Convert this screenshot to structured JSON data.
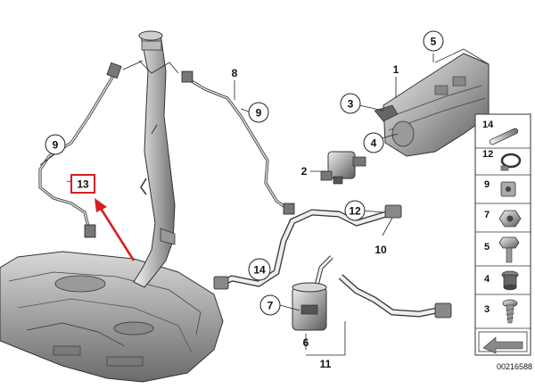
{
  "diagram": {
    "reference": "00216588",
    "highlight_color": "#d42020",
    "callouts": {
      "c1": "1",
      "c2": "2",
      "c3": "3",
      "c4": "4",
      "c5": "5",
      "c6": "6",
      "c7": "7",
      "c8": "8",
      "c9a": "9",
      "c9b": "9",
      "c10": "10",
      "c11": "11",
      "c12": "12",
      "c13": "13",
      "c14": "14"
    },
    "legend": [
      {
        "label": "14",
        "icon": "hose-piece-icon"
      },
      {
        "label": "12",
        "icon": "clamp-icon"
      },
      {
        "label": "9",
        "icon": "clip-icon"
      },
      {
        "label": "7",
        "icon": "nut-icon"
      },
      {
        "label": "5",
        "icon": "bolt-icon"
      },
      {
        "label": "4",
        "icon": "grommet-icon"
      },
      {
        "label": "3",
        "icon": "screw-icon"
      }
    ]
  }
}
